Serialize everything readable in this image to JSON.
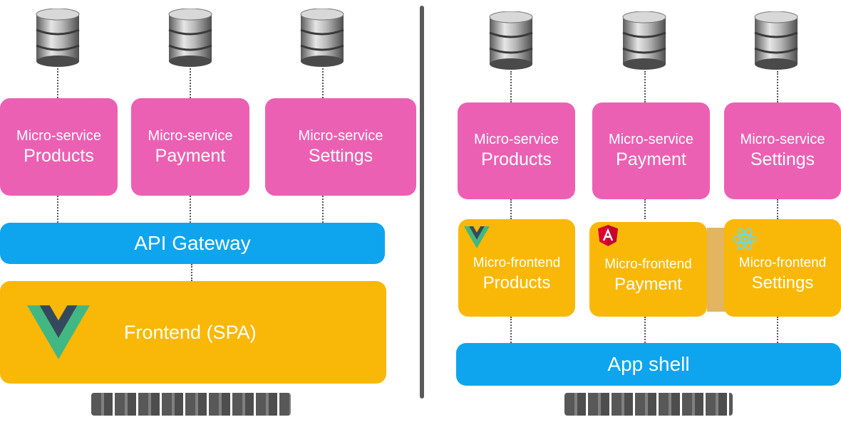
{
  "left": {
    "services": [
      {
        "line1": "Micro-service",
        "line2": "Products"
      },
      {
        "line1": "Micro-service",
        "line2": "Payment"
      },
      {
        "line1": "Micro-service",
        "line2": "Settings"
      }
    ],
    "gateway": "API Gateway",
    "frontend": "Frontend (SPA)",
    "frontend_icon": "vue-logo-icon",
    "caption": ""
  },
  "right": {
    "services": [
      {
        "line1": "Micro-service",
        "line2": "Products"
      },
      {
        "line1": "Micro-service",
        "line2": "Payment"
      },
      {
        "line1": "Micro-service",
        "line2": "Settings"
      }
    ],
    "microfrontends": [
      {
        "line1": "Micro-frontend",
        "line2": "Products",
        "icon": "vue-logo-icon"
      },
      {
        "line1": "Micro-frontend",
        "line2": "Payment",
        "icon": "angular-logo-icon"
      },
      {
        "line1": "Micro-frontend",
        "line2": "Settings",
        "icon": "react-logo-icon"
      }
    ],
    "shell": "App shell",
    "caption": ""
  },
  "colors": {
    "service": "#ec60b3",
    "gateway": "#0ea5ee",
    "frontend": "#f9b808",
    "vue_green": "#41b883",
    "vue_dark": "#35495e",
    "angular_red": "#dd0031",
    "react_blue": "#61dafb"
  }
}
